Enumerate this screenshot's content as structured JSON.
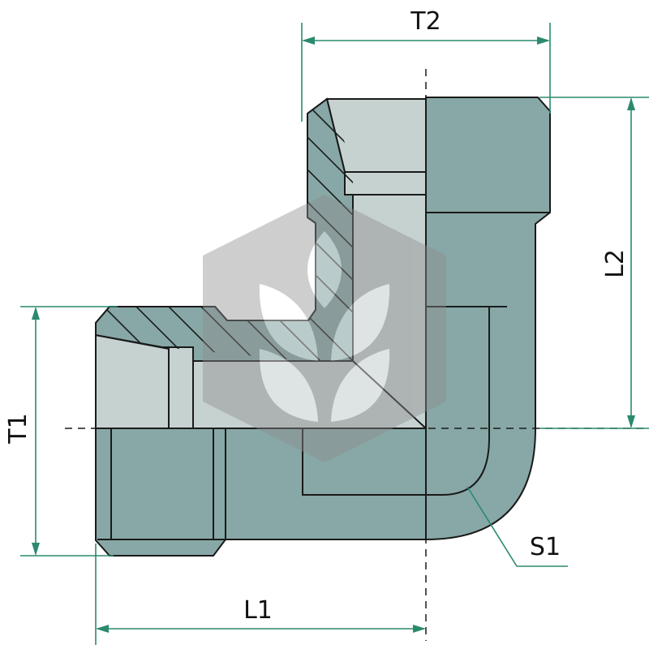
{
  "dimensions": {
    "t1": "T1",
    "t2": "T2",
    "l1": "L1",
    "l2": "L2",
    "s1": "S1"
  },
  "colors": {
    "body": "#87a8a6",
    "section": "#c6d2d0",
    "outline": "#1a1a1a",
    "dimension": "#2a8a6e",
    "watermark": "#8c8c8c"
  },
  "icons": {
    "watermark": "leaf-logo-icon"
  }
}
